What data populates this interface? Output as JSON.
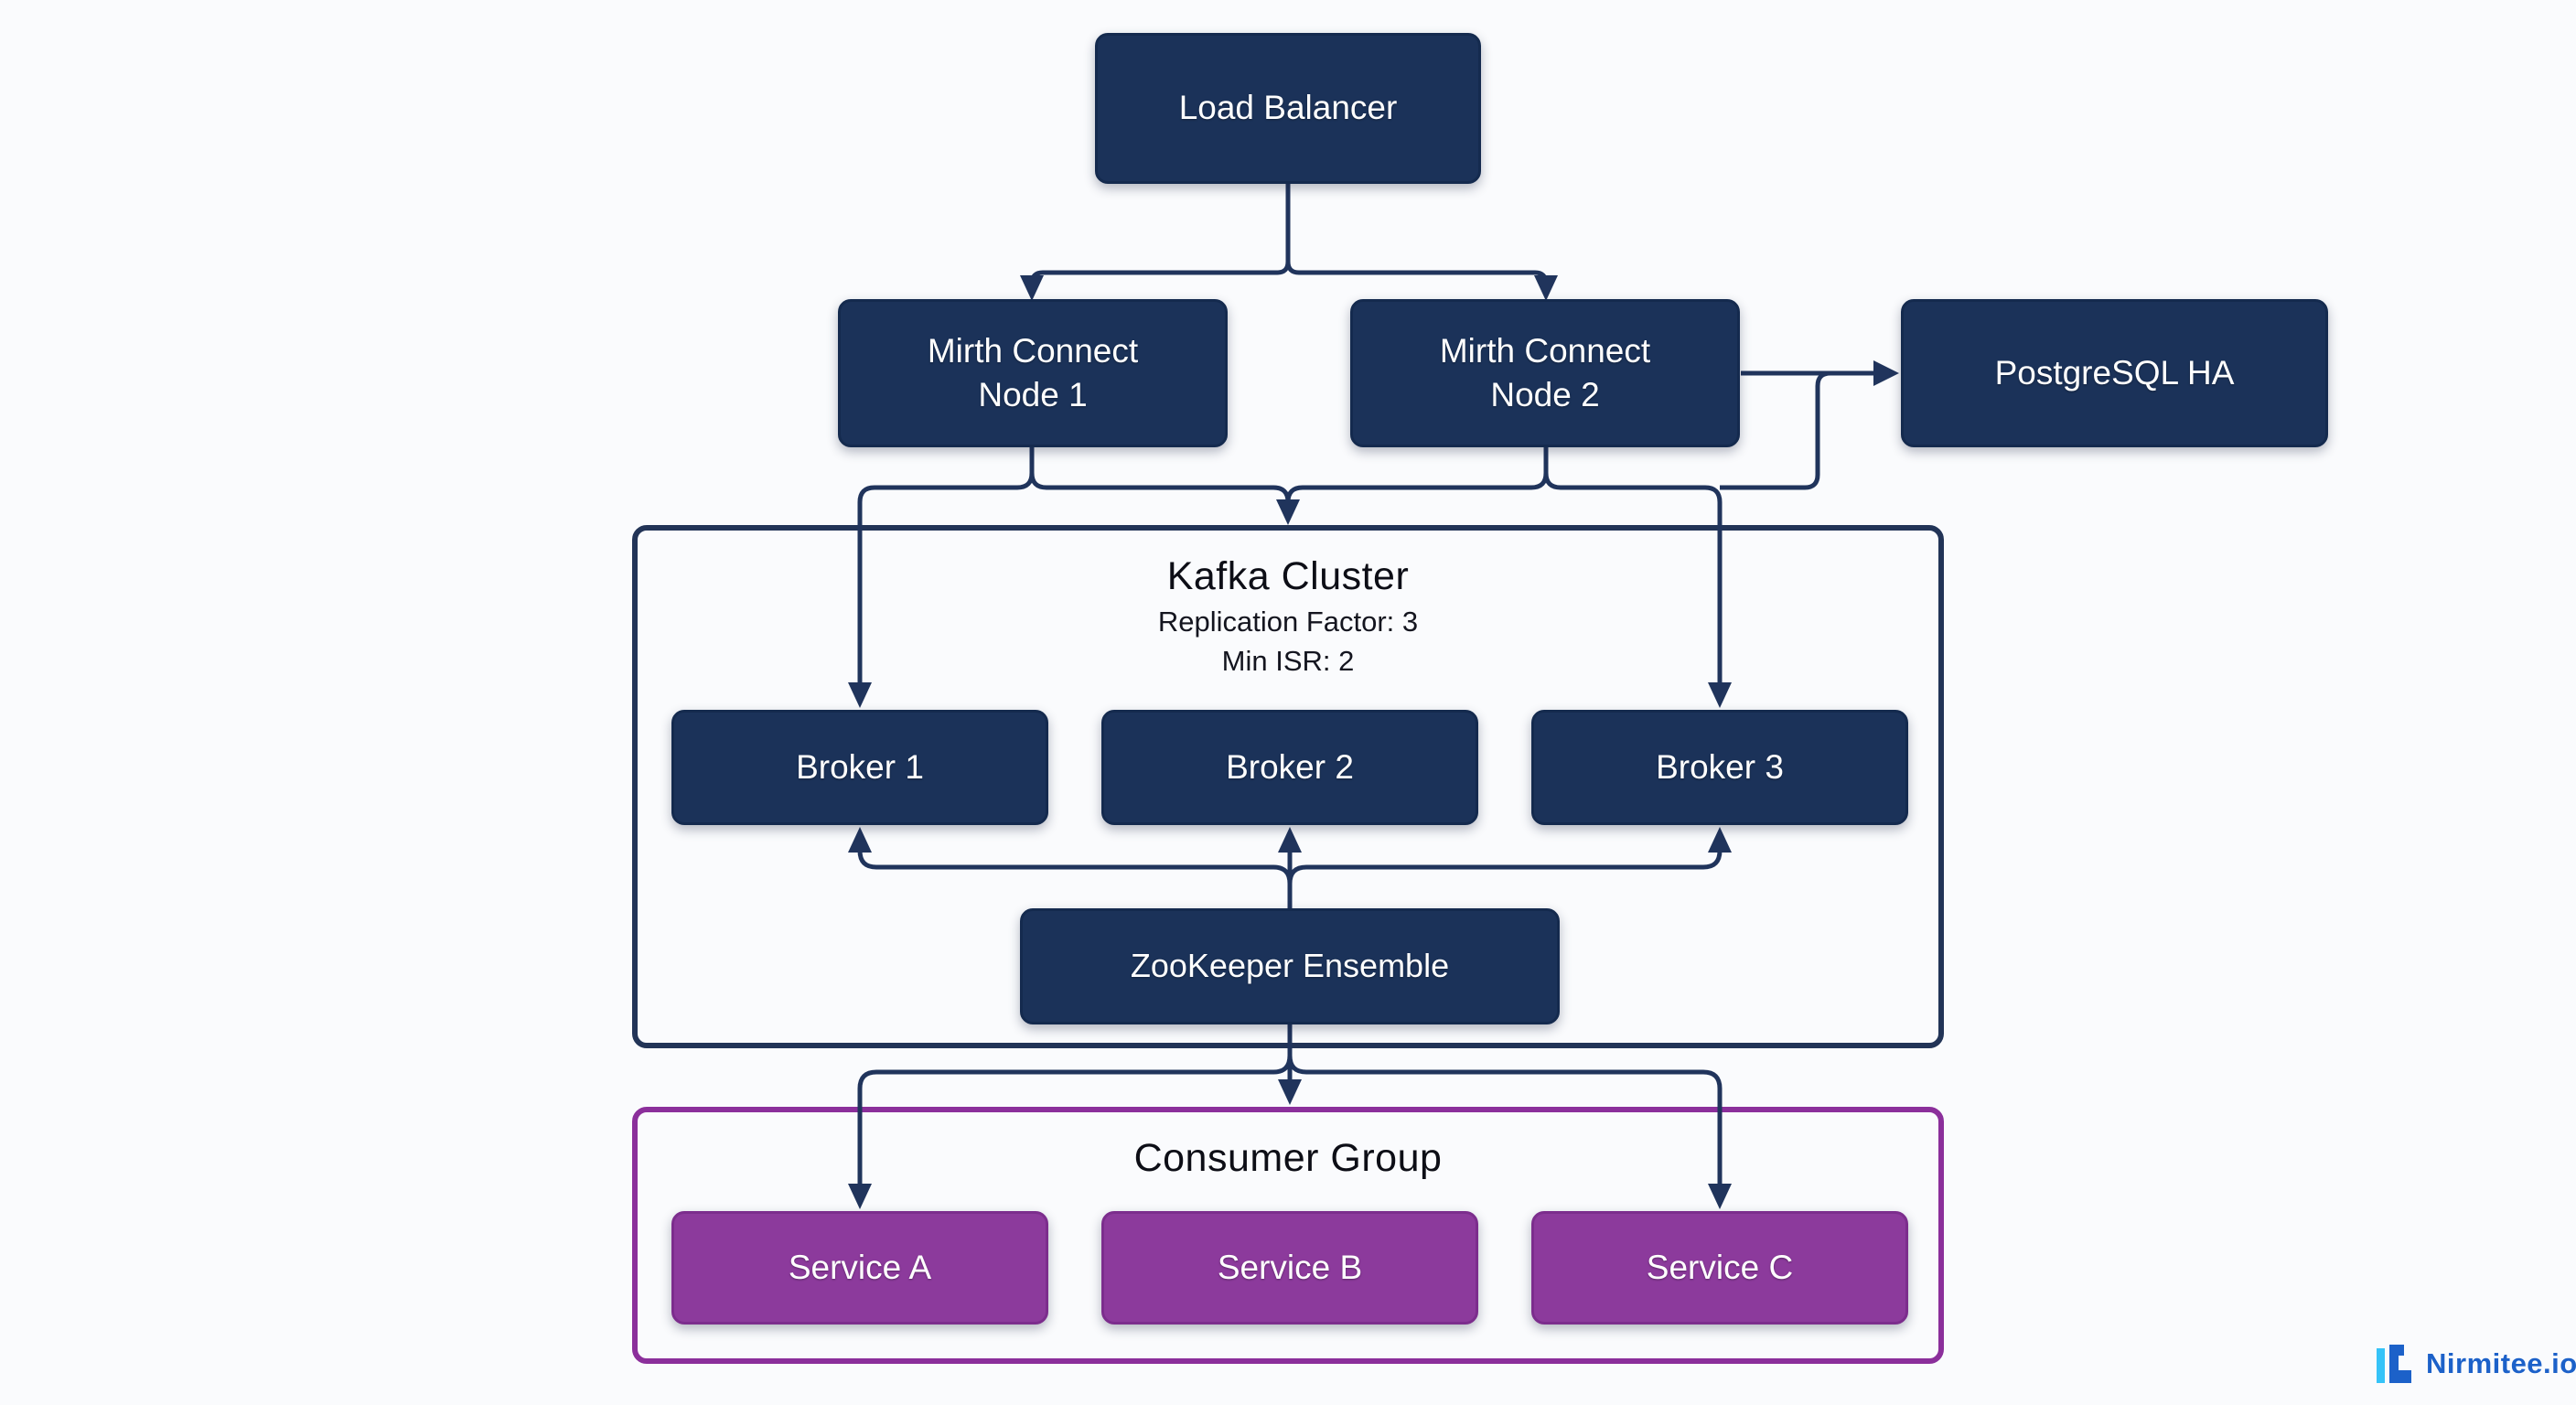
{
  "diagram": {
    "title_implicit": "Mirth Connect + Kafka high-availability architecture",
    "colors": {
      "background": "#fafbfd",
      "node_navy": "#1b3259",
      "node_purple": "#8c3a9c",
      "connector": "#20345c",
      "kafka_border": "#223457",
      "consumer_border": "#8b2f9b",
      "logo_blue": "#1c61c9",
      "logo_cyan": "#35c3f8"
    },
    "nodes": {
      "load_balancer": {
        "label": "Load Balancer"
      },
      "mirth_node_1": {
        "label": "Mirth Connect\nNode 1"
      },
      "mirth_node_2": {
        "label": "Mirth Connect\nNode 2"
      },
      "postgresql": {
        "label": "PostgreSQL HA"
      },
      "broker_1": {
        "label": "Broker 1"
      },
      "broker_2": {
        "label": "Broker 2"
      },
      "broker_3": {
        "label": "Broker 3"
      },
      "zookeeper": {
        "label": "ZooKeeper Ensemble"
      },
      "service_a": {
        "label": "Service A"
      },
      "service_b": {
        "label": "Service B"
      },
      "service_c": {
        "label": "Service C"
      }
    },
    "groups": {
      "kafka": {
        "title": "Kafka Cluster",
        "subtitle1": "Replication Factor: 3",
        "subtitle2": "Min ISR: 2"
      },
      "consumer": {
        "title": "Consumer Group"
      }
    },
    "edges": [
      {
        "from": "load_balancer",
        "to": "mirth_node_1"
      },
      {
        "from": "load_balancer",
        "to": "mirth_node_2"
      },
      {
        "from": "mirth_node_1",
        "to": "broker_1"
      },
      {
        "from": "mirth_node_1",
        "to": "kafka_cluster"
      },
      {
        "from": "mirth_node_2",
        "to": "kafka_cluster"
      },
      {
        "from": "mirth_node_2",
        "to": "broker_3"
      },
      {
        "from": "mirth_node_2",
        "to": "postgresql"
      },
      {
        "from": "mirth_nodes_bus",
        "to": "postgresql"
      },
      {
        "from": "zookeeper",
        "to": "broker_1"
      },
      {
        "from": "zookeeper",
        "to": "broker_2"
      },
      {
        "from": "zookeeper",
        "to": "broker_3"
      },
      {
        "from": "zookeeper",
        "to": "consumer_group"
      },
      {
        "from": "zookeeper",
        "to": "service_a"
      },
      {
        "from": "zookeeper",
        "to": "service_c"
      }
    ],
    "branding": {
      "logo_text": "Nirmitee.io"
    }
  }
}
